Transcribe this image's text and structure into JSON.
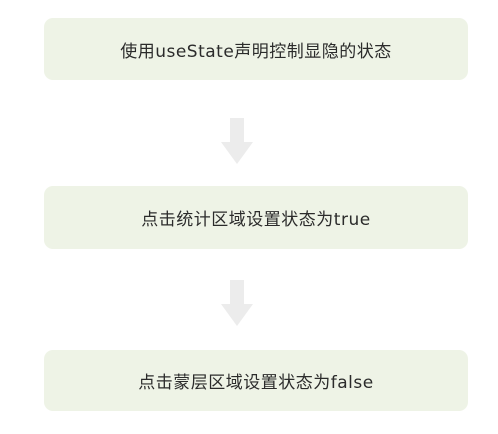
{
  "flow": {
    "steps": [
      {
        "label": "使用useState声明控制显隐的状态"
      },
      {
        "label": "点击统计区域设置状态为true"
      },
      {
        "label": "点击蒙层区域设置状态为false"
      }
    ],
    "arrow_icon": "arrow-down-icon",
    "colors": {
      "box_fill": "#eef3e6",
      "arrow_fill": "#ececec",
      "text": "#2b2b2b"
    }
  }
}
